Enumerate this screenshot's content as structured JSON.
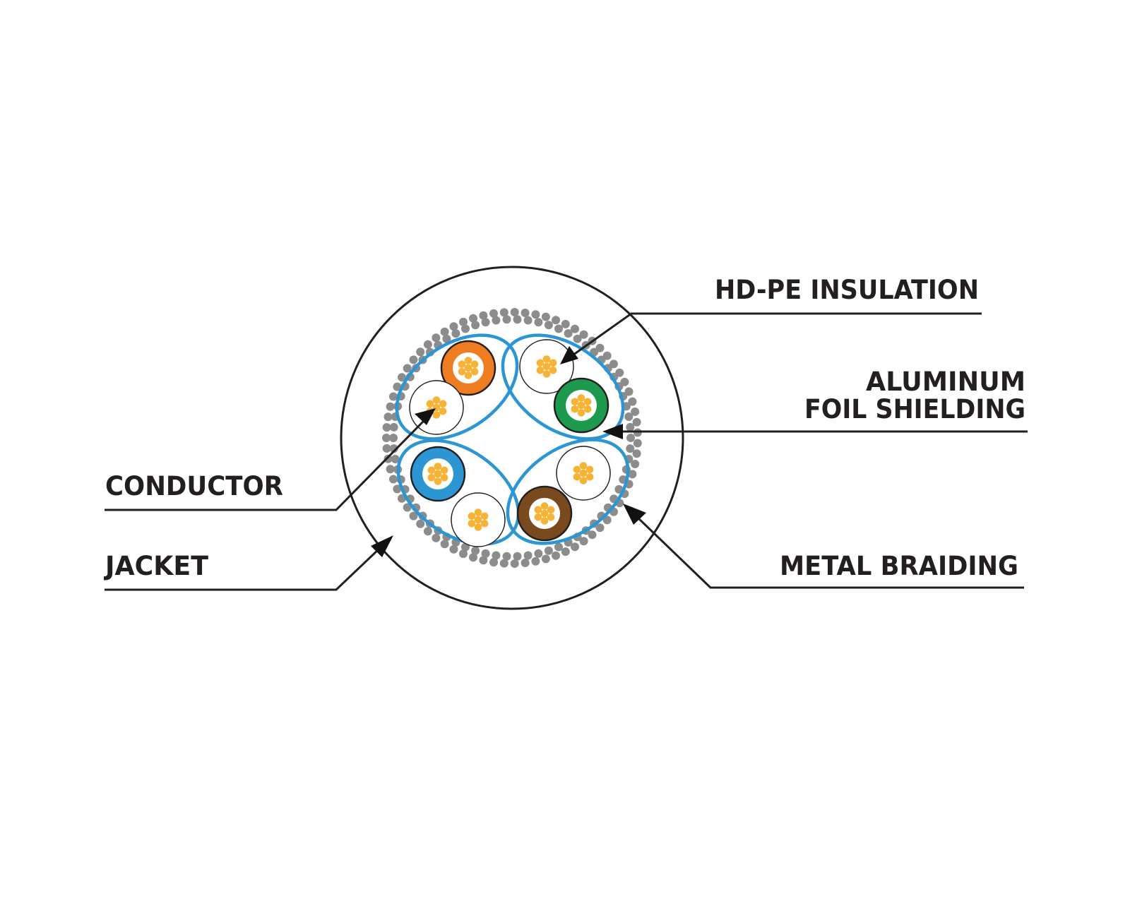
{
  "diagram": {
    "labels": {
      "hdpe_insulation": "HD-PE INSULATION",
      "aluminum_line1": "ALUMINUM",
      "aluminum_line2": "FOIL SHIELDING",
      "conductor": "CONDUCTOR",
      "jacket": "JACKET",
      "metal_braiding": "METAL BRAIDING"
    },
    "pairs": [
      {
        "id": "orange-pair",
        "colored": "orange",
        "stripe": "white"
      },
      {
        "id": "green-pair",
        "colored": "green",
        "stripe": "white"
      },
      {
        "id": "blue-pair",
        "colored": "blue",
        "stripe": "white"
      },
      {
        "id": "brown-pair",
        "colored": "brown",
        "stripe": "white"
      }
    ],
    "colors": {
      "outline": "#231f20",
      "foil": "#2b96d3",
      "braid": "#8c8c8c",
      "strand": "#f7b335",
      "orange": "#ee7d22",
      "green": "#1e9a4e",
      "blue": "#2b96d3",
      "brown": "#7a4a1f",
      "white": "#ffffff"
    }
  }
}
